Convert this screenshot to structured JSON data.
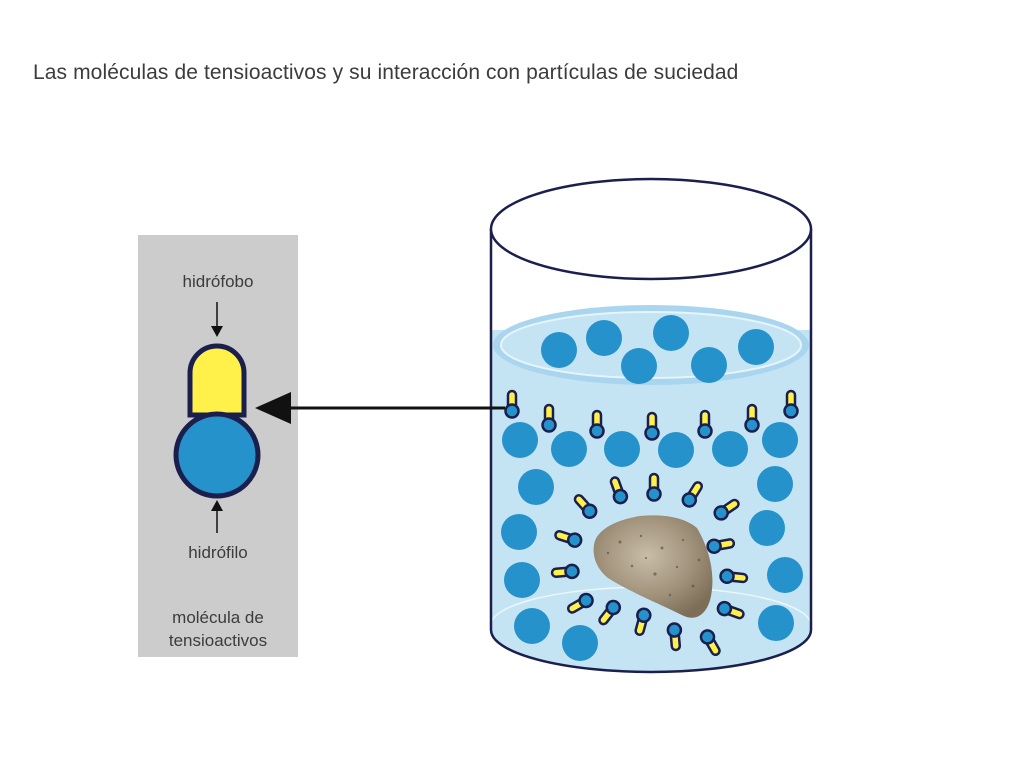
{
  "slide": {
    "title": "Las moléculas de tensioactivos y su interacción con partículas de suciedad"
  },
  "legend": {
    "hydrophobic_label": "hidrófobo",
    "hydrophilic_label": "hidrófilo",
    "caption_line1": "molécula de",
    "caption_line2": "tensioactivos"
  },
  "colors": {
    "tail_yellow": "#fff04a",
    "head_blue": "#2592cc",
    "outline_navy": "#1b1f4e",
    "water_light": "#c4e4f3",
    "panel_grey": "#cccccc",
    "arrow_black": "#111111",
    "dirt_brown": "#a0917a"
  },
  "icons": [
    "surfactant-molecule-icon",
    "beaker-icon",
    "dirt-particle-icon",
    "pointer-arrow-icon"
  ]
}
